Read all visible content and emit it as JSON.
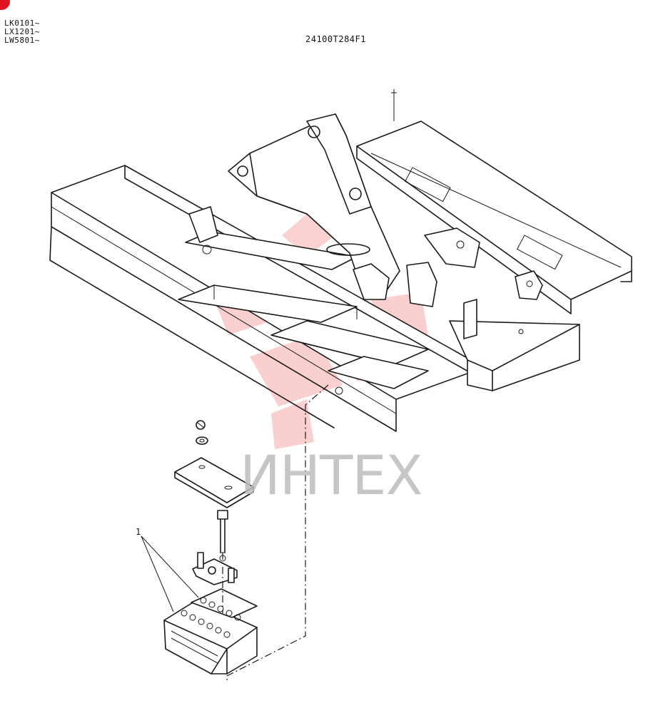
{
  "header": {
    "serial_ranges": [
      "LK0101~",
      "LX1201~",
      "LW5801~"
    ],
    "drawing_code": "24100T284F1"
  },
  "callouts": {
    "battery": "1"
  },
  "watermark": {
    "text": "ИНТЕХ",
    "color": "#f07878"
  },
  "icons": {
    "corner_mark": "red-circle-mark"
  }
}
